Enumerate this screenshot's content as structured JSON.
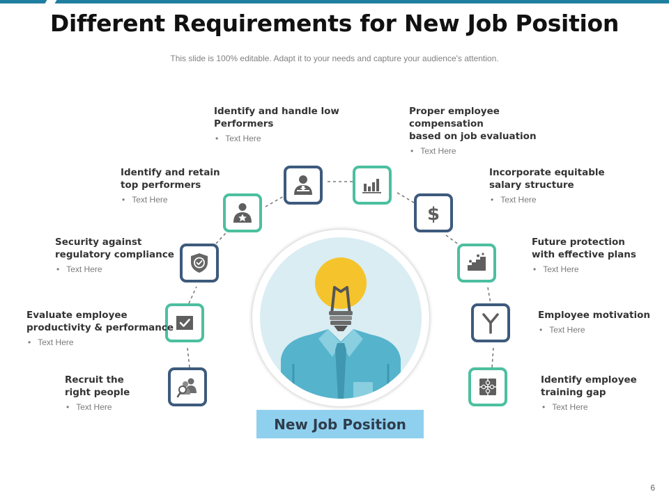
{
  "title": "Different Requirements for New Job Position",
  "subtitle": "This slide is 100% editable. Adapt it to your needs and capture your audience's attention.",
  "page_number": "6",
  "center": {
    "caption": "New Job Position",
    "icon": "lightbulb-head-person-icon"
  },
  "colors": {
    "teal": "#4cbf9f",
    "navy": "#3d5a7c",
    "caption_bg": "#8fd0ef",
    "disc_bg": "#d9edf3",
    "bulb": "#f5c42c"
  },
  "bullet_symbol": "•",
  "items": [
    {
      "heading_l1": "Recruit the",
      "heading_l2": "right people",
      "bullet": "Text Here",
      "icon": "people-search-icon"
    },
    {
      "heading_l1": "Evaluate employee",
      "heading_l2": "productivity & performance",
      "bullet": "Text Here",
      "icon": "checkbox-icon"
    },
    {
      "heading_l1": "Security against",
      "heading_l2": "regulatory compliance",
      "bullet": "Text Here",
      "icon": "shield-check-icon"
    },
    {
      "heading_l1": "Identify and retain",
      "heading_l2": "top performers",
      "bullet": "Text Here",
      "icon": "star-employee-icon"
    },
    {
      "heading_l1": "Identify and handle low",
      "heading_l2": "Performers",
      "bullet": "Text Here",
      "icon": "employee-download-icon"
    },
    {
      "heading_l1": "Proper employee compensation",
      "heading_l2": "based on job evaluation",
      "bullet": "Text Here",
      "icon": "bar-chart-icon"
    },
    {
      "heading_l1": "Incorporate equitable",
      "heading_l2": "salary structure",
      "bullet": "Text Here",
      "icon": "dollar-icon"
    },
    {
      "heading_l1": "Future protection",
      "heading_l2": "with effective plans",
      "bullet": "Text Here",
      "icon": "growth-steps-icon"
    },
    {
      "heading_l1": "Employee motivation",
      "heading_l2": "",
      "bullet": "Text Here",
      "icon": "fork-arrow-icon"
    },
    {
      "heading_l1": "Identify employee",
      "heading_l2": "training gap",
      "bullet": "Text Here",
      "icon": "puzzle-icon"
    }
  ]
}
